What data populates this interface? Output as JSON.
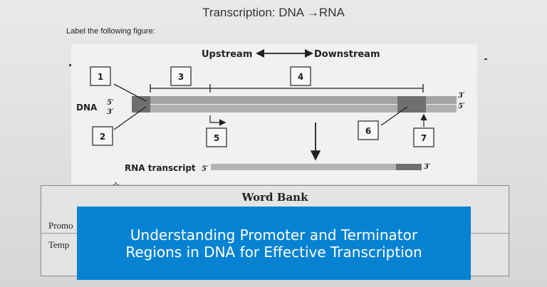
{
  "page": {
    "title": "Transcription: DNA →RNA",
    "instruction": "Label the following figure:"
  },
  "figure": {
    "upstream": "Upstream",
    "downstream": "Downstream",
    "dna_label": "DNA",
    "left_top_end": "5′",
    "left_bottom_end": "3′",
    "right_top_end": "3′",
    "right_bottom_end": "5′",
    "rna_label": "RNA transcript",
    "rna_start": "5′",
    "rna_end": "3′",
    "boxes": [
      "1",
      "2",
      "3",
      "4",
      "5",
      "6",
      "7"
    ]
  },
  "word_bank": {
    "title": "Word Bank",
    "item_1": "Promo",
    "item_2": "Temp"
  },
  "banner": {
    "text": "Understanding Promoter and Terminator Regions in DNA for Effective Transcription"
  },
  "colors": {
    "banner": "#0583d2",
    "dna_band": "#9c9c9c",
    "promoter_region": "#6f6f6f",
    "terminator_region": "#6f6f6f"
  }
}
